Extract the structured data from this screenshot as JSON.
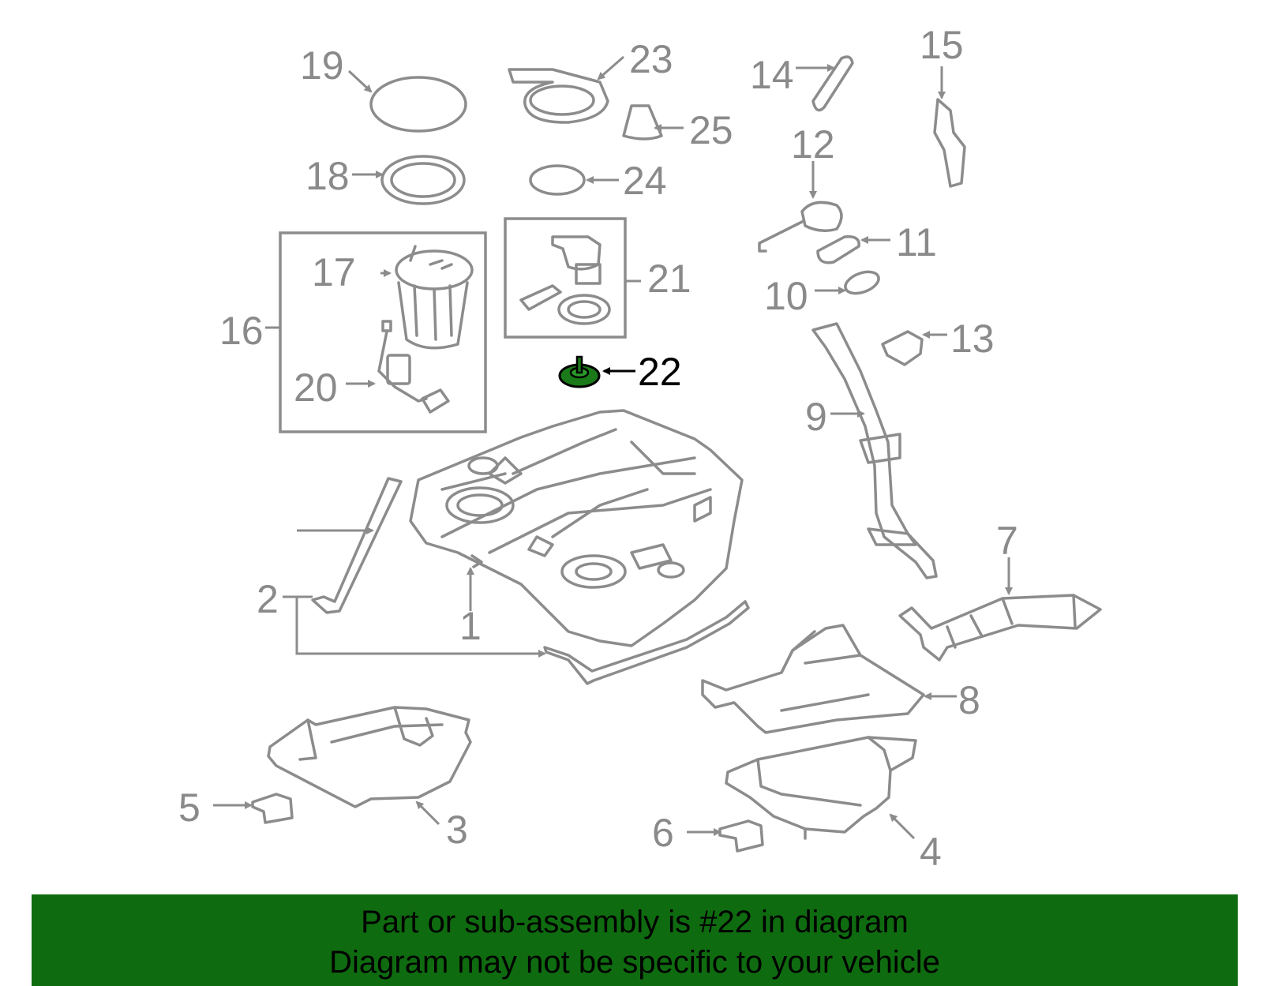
{
  "diagram": {
    "highlight_color": "#0f6b0f",
    "line_color": "#8c8c8c",
    "callouts": {
      "c1": "1",
      "c2": "2",
      "c3": "3",
      "c4": "4",
      "c5": "5",
      "c6": "6",
      "c7": "7",
      "c8": "8",
      "c9": "9",
      "c10": "10",
      "c11": "11",
      "c12": "12",
      "c13": "13",
      "c14": "14",
      "c15": "15",
      "c16": "16",
      "c17": "17",
      "c18": "18",
      "c19": "19",
      "c20": "20",
      "c21": "21",
      "c22": "22",
      "c23": "23",
      "c24": "24",
      "c25": "25"
    }
  },
  "banner": {
    "line1": "Part or sub-assembly is #22 in diagram",
    "line2": "Diagram may not be specific to your vehicle",
    "background": "#0f6b0f"
  }
}
